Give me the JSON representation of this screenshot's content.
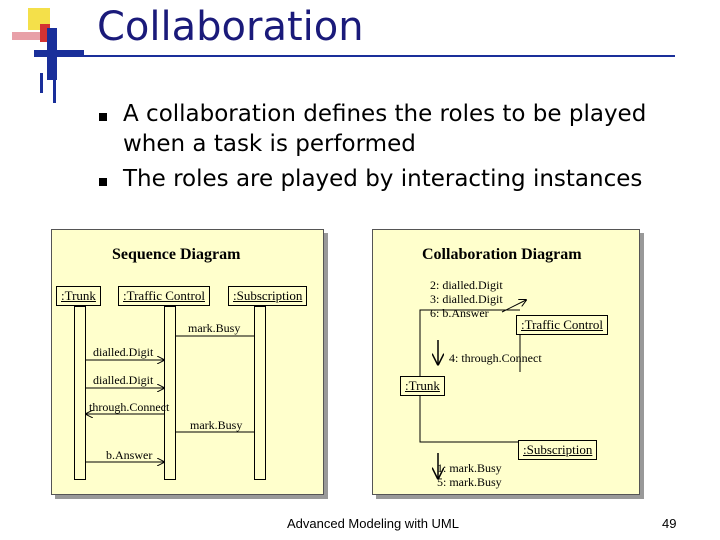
{
  "slide": {
    "title": "Collaboration",
    "bullets": [
      {
        "line1": "A collaboration defines the roles to be played",
        "line2": "when a task is performed"
      },
      {
        "line1": "The roles are played by interacting instances",
        "line2": ""
      }
    ],
    "footer": "Advanced Modeling with UML",
    "page_number": "49"
  },
  "sequence_diagram": {
    "title": "Sequence Diagram",
    "objects": [
      ":Trunk",
      ":Traffic Control",
      ":Subscription"
    ],
    "messages": [
      "mark.Busy",
      "dialled.Digit",
      "dialled.Digit",
      "through.Connect",
      "mark.Busy",
      "b.Answer"
    ]
  },
  "collaboration_diagram": {
    "title": "Collaboration Diagram",
    "objects": [
      ":Traffic Control",
      ":Trunk",
      ":Subscription"
    ],
    "message_groups": {
      "trunk_to_traffic": [
        "2: dialled.Digit",
        "3: dialled.Digit",
        "6: b.Answer"
      ],
      "traffic_to_trunk": [
        "4: through.Connect"
      ],
      "trunk_to_subscription": [
        "1: mark.Busy",
        "5: mark.Busy"
      ]
    }
  }
}
